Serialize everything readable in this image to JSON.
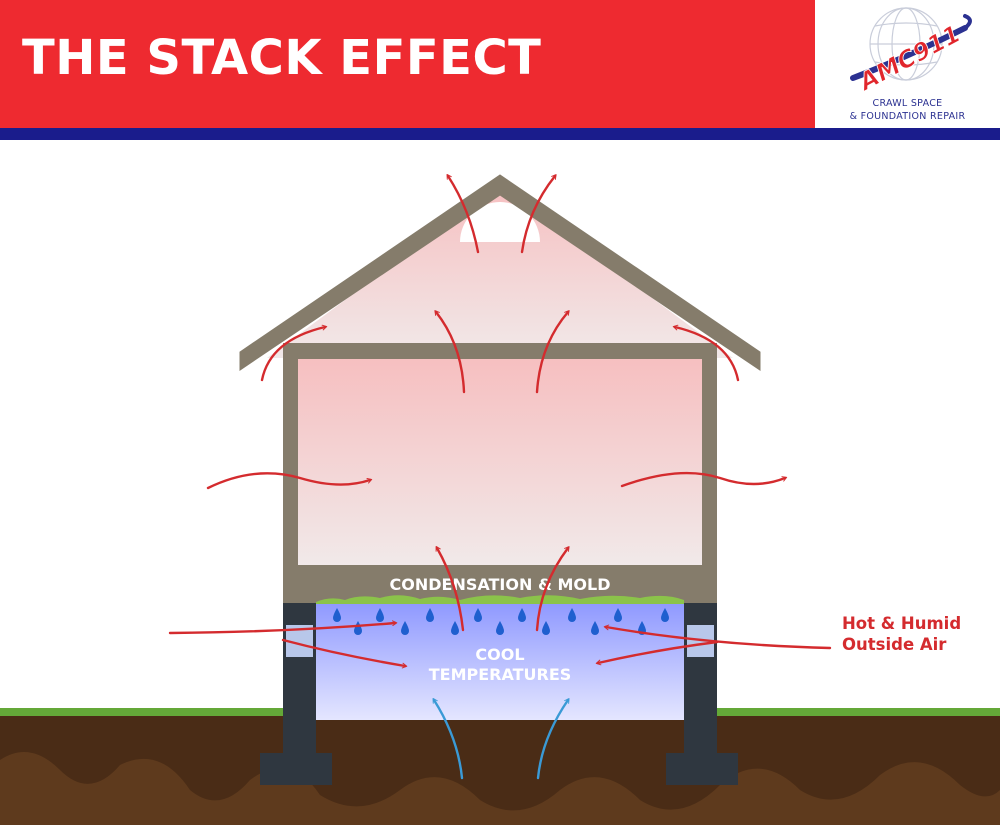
{
  "header": {
    "title": "THE STACK EFFECT"
  },
  "logo": {
    "wordmark": "AMC911",
    "tagline_line1": "CRAWL SPACE",
    "tagline_line2": "& FOUNDATION REPAIR"
  },
  "diagram": {
    "floor_label": "CONDENSATION & MOLD",
    "crawlspace_label_line1": "COOL",
    "crawlspace_label_line2": "TEMPERATURES",
    "callout_line1": "Hot & Humid",
    "callout_line2": "Outside Air"
  },
  "colors": {
    "banner_red": "#ee2a30",
    "brand_navy": "#1a1c8c",
    "warm_air_arrow": "#d42b2e",
    "cool_air_arrow": "#3a9ad6",
    "house_frame": "#857c6b",
    "soil": "#4a2c16",
    "grass": "#64a838",
    "mold": "#8bc34a",
    "condensation_drop": "#1f5fcf"
  },
  "icons": {
    "warm_air": "curved-arrow-icon",
    "cool_air": "curved-arrow-icon",
    "droplet": "water-drop-icon",
    "logo": "globe-logo-icon"
  }
}
